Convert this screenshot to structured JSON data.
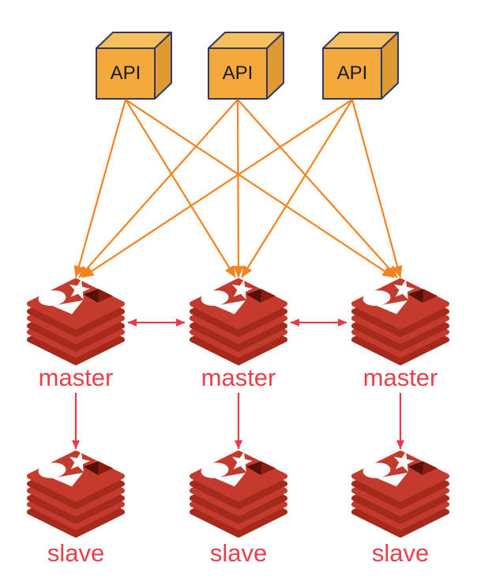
{
  "diagram": {
    "nodes": {
      "api": [
        {
          "id": "api-1",
          "label": "API"
        },
        {
          "id": "api-2",
          "label": "API"
        },
        {
          "id": "api-3",
          "label": "API"
        }
      ],
      "master": [
        {
          "id": "master-1",
          "label": "master"
        },
        {
          "id": "master-2",
          "label": "master"
        },
        {
          "id": "master-3",
          "label": "master"
        }
      ],
      "slave": [
        {
          "id": "slave-1",
          "label": "slave"
        },
        {
          "id": "slave-2",
          "label": "slave"
        },
        {
          "id": "slave-3",
          "label": "slave"
        }
      ]
    },
    "edges": {
      "api_to_master": [
        [
          0,
          0
        ],
        [
          0,
          1
        ],
        [
          0,
          2
        ],
        [
          1,
          0
        ],
        [
          1,
          1
        ],
        [
          1,
          2
        ],
        [
          2,
          0
        ],
        [
          2,
          1
        ],
        [
          2,
          2
        ]
      ],
      "master_to_master": [
        [
          0,
          1
        ],
        [
          1,
          2
        ]
      ],
      "master_to_slave": [
        [
          0,
          0
        ],
        [
          1,
          1
        ],
        [
          2,
          2
        ]
      ]
    },
    "colors": {
      "background": "#FFFFFF",
      "api_box_front": "#F3A93C",
      "api_box_top": "#F7C05C",
      "api_box_side": "#E09A33",
      "api_box_outline": "#2F3A64",
      "api_label_text": "#1A1A1A",
      "api_edge": "#F5821F",
      "redis_red": "#C43A2D",
      "redis_dark_red": "#A52A1C",
      "redis_shapes_white": "#FFFFFF",
      "redis_hole_mid": "#8A1D10",
      "redis_hole_dark": "#541109",
      "replication_edge": "#EA3A48",
      "node_label_text": "#E8414B"
    }
  }
}
